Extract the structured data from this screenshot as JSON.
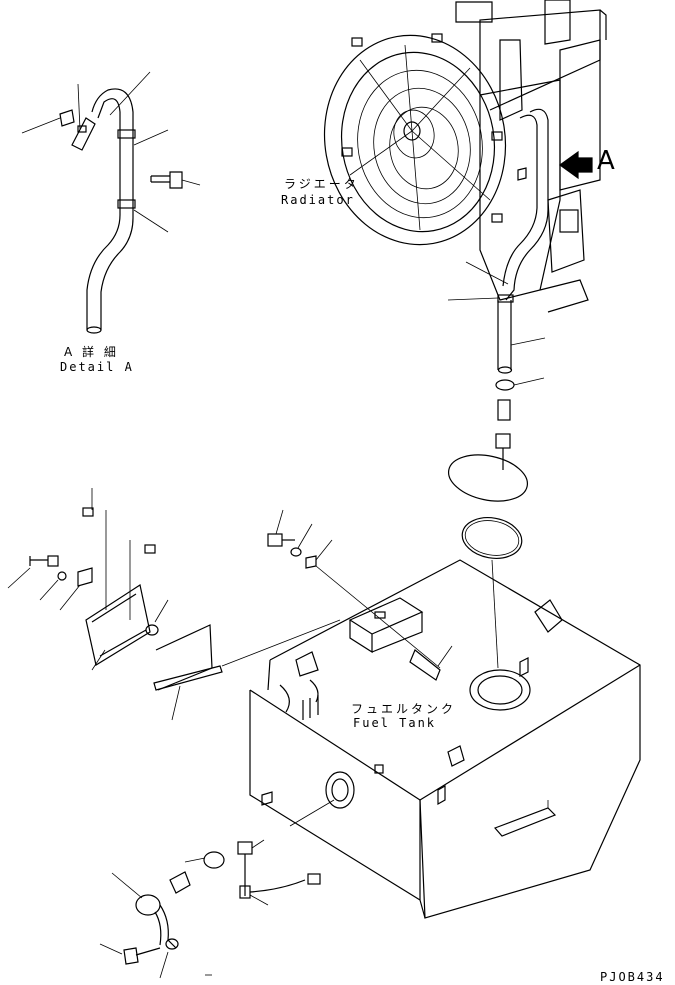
{
  "labels": {
    "radiator_jp": "ラジエータ",
    "radiator_en": "Radiator",
    "view_arrow": "A",
    "detail_jp": "A 詳 細",
    "detail_en": "Detail A",
    "fuel_tank_jp": "フュエルタンク",
    "fuel_tank_en": "Fuel Tank",
    "drawing_code": "PJOB434"
  }
}
